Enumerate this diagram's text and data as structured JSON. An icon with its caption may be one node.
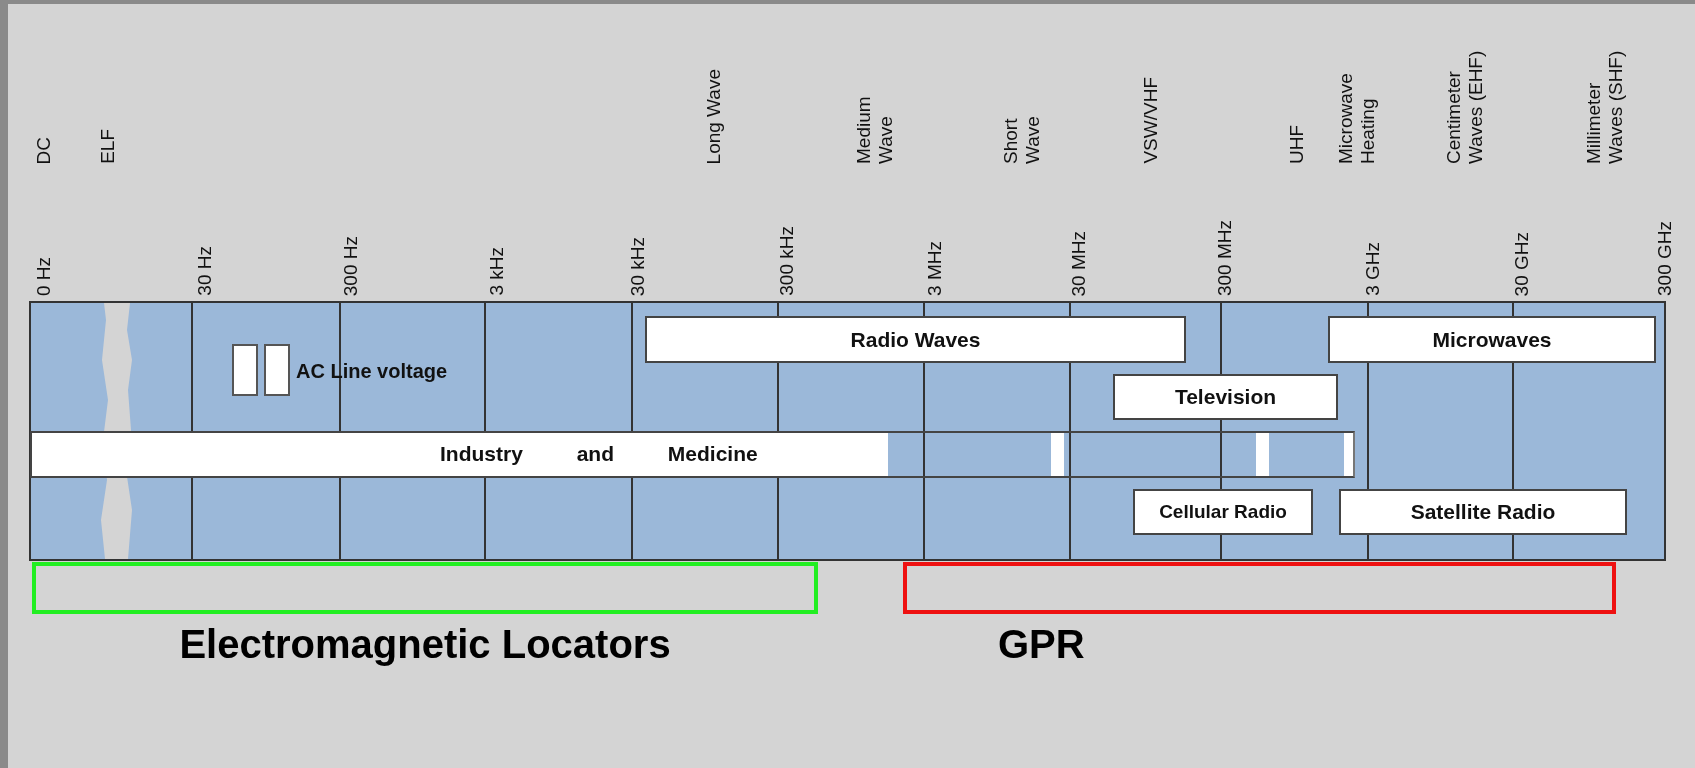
{
  "diagram": {
    "nodes": [
      {
        "text": [
          "Radio Waves"
        ]
      },
      {
        "text": [
          "Microwaves"
        ]
      },
      {
        "text": [
          "Television"
        ]
      },
      {
        "text": [
          "Industry and Medicine"
        ]
      },
      {
        "text": [
          "Cellular Radio"
        ]
      },
      {
        "text": [
          "Satellite Radio"
        ]
      },
      {
        "text": [
          "Electromagnetic Locators"
        ]
      },
      {
        "text": [
          "GPR"
        ]
      }
    ],
    "labels": [
      "DC",
      "ELF",
      "Long Wave",
      "Medium Wave",
      "Short Wave",
      "VSW/VHF",
      "UHF",
      "Microwave Heating",
      "Centimeter Waves (EHF)",
      "Millimeter Waves (SHF)",
      "0 Hz",
      "30 Hz",
      "300 Hz",
      "3 kHz",
      "30 kHz",
      "300 kHz",
      "3 MHz",
      "30 MHz",
      "300 MHz",
      "3 GHz",
      "30 GHz",
      "300 GHz",
      "AC Line voltage"
    ]
  }
}
